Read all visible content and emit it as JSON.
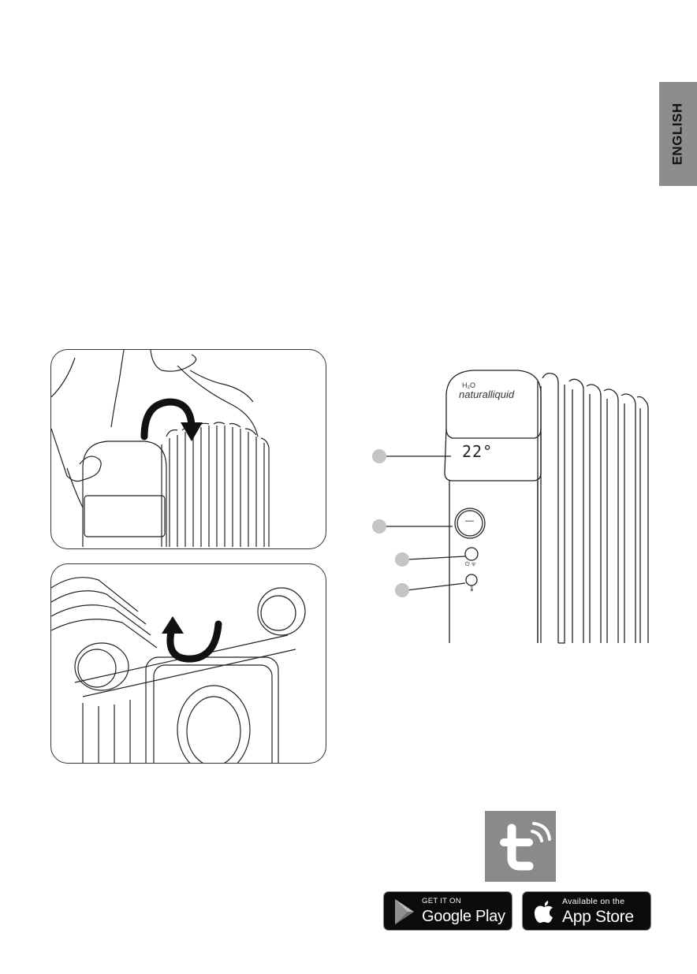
{
  "language_tab": {
    "label": "ENGLISH"
  },
  "heater": {
    "brand_small": "H₂O",
    "brand_name": "naturalliquid",
    "display_value": "22°",
    "knob_symbol": "—",
    "button_1_symbols": "⏻ ᯤ",
    "button_2_symbol": "🌡"
  },
  "app": {
    "icon": "tuya-smart-icon",
    "google_play": {
      "small": "GET IT ON",
      "big": "Google Play"
    },
    "app_store": {
      "small": "Available on the",
      "big": "App Store"
    }
  },
  "colors": {
    "tab": "#8d8d8d",
    "callout": "#c4c4c4",
    "badge": "#0b0b0b"
  }
}
